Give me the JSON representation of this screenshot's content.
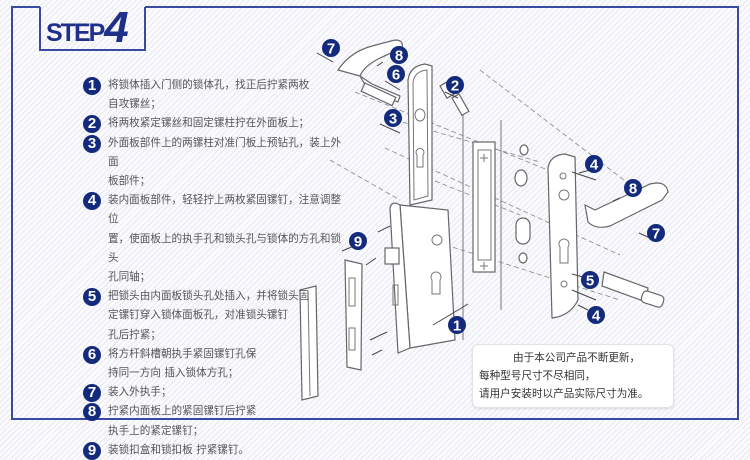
{
  "header": {
    "step_word": "STEP",
    "step_number": "4"
  },
  "colors": {
    "frame": "#3a4aa0",
    "badge": "#142a7c",
    "title": "#1f2f8a"
  },
  "steps": [
    {
      "num": "1",
      "lines": [
        "将锁体插入门侧的锁体孔，找正后拧紧两枚",
        "自攻镙丝；"
      ]
    },
    {
      "num": "2",
      "lines": [
        "将两枚紧定镙丝和固定镙柱拧在外面板上；"
      ]
    },
    {
      "num": "3",
      "lines": [
        "外面板部件上的两镙柱对准门板上预钻孔，装上外面",
        "板部件；"
      ]
    },
    {
      "num": "4",
      "lines": [
        "装内面板部件，轻轻拧上两枚紧固镙钉，注意调整位",
        "置，使面板上的执手孔和锁头孔与锁体的方孔和锁头",
        "孔同轴；"
      ]
    },
    {
      "num": "5",
      "lines": [
        "把锁头由内面板锁头孔处插入，并将锁头固",
        "定镙钉穿入锁体面板孔，对准锁头镙钉",
        "孔后拧紧；"
      ]
    },
    {
      "num": "6",
      "lines": [
        "将方杆斜槽朝执手紧固镙钉孔保",
        "持同一方向 插入锁体方孔；"
      ]
    },
    {
      "num": "7",
      "lines": [
        "装入外执手；"
      ]
    },
    {
      "num": "8",
      "lines": [
        "拧紧内面板上的紧固镙钉后拧紧",
        "执手上的紧定镙钉；"
      ]
    },
    {
      "num": "9",
      "lines": [
        "装锁扣盒和锁扣板 拧紧镙钉。"
      ]
    }
  ],
  "diagram": {
    "callouts": [
      "7",
      "8",
      "6",
      "2",
      "3",
      "4",
      "8",
      "7",
      "9",
      "5",
      "4",
      "1"
    ]
  },
  "note": {
    "lines": [
      "由于本公司产品不断更新，",
      "每种型号尺寸不尽相同，",
      "请用户安装时以产品实际尺寸为准。"
    ]
  }
}
